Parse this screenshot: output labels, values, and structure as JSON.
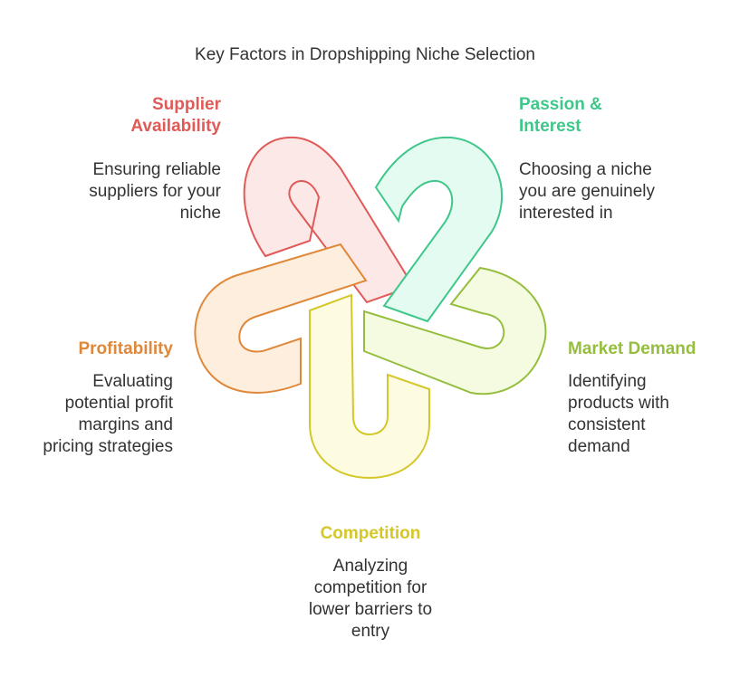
{
  "title": "Key Factors in Dropshipping Niche Selection",
  "colors": {
    "supplier": "#e05a57",
    "passion": "#3fc78a",
    "market": "#96be3e",
    "competition": "#d4c72a",
    "profitability": "#e0883a"
  },
  "factors": {
    "supplier": {
      "title_line1": "Supplier",
      "title_line2": "Availability",
      "desc_line1": "Ensuring reliable",
      "desc_line2": "suppliers for your",
      "desc_line3": "niche"
    },
    "passion": {
      "title_line1": "Passion &",
      "title_line2": "Interest",
      "desc_line1": "Choosing a niche",
      "desc_line2": "you are genuinely",
      "desc_line3": "interested in"
    },
    "market": {
      "title": "Market Demand",
      "desc_line1": "Identifying",
      "desc_line2": "products with",
      "desc_line3": "consistent",
      "desc_line4": "demand"
    },
    "profitability": {
      "title": "Profitability",
      "desc_line1": "Evaluating",
      "desc_line2": "potential profit",
      "desc_line3": "margins and",
      "desc_line4": "pricing strategies"
    },
    "competition": {
      "title": "Competition",
      "desc_line1": "Analyzing",
      "desc_line2": "competition for",
      "desc_line3": "lower barriers to",
      "desc_line4": "entry"
    }
  }
}
